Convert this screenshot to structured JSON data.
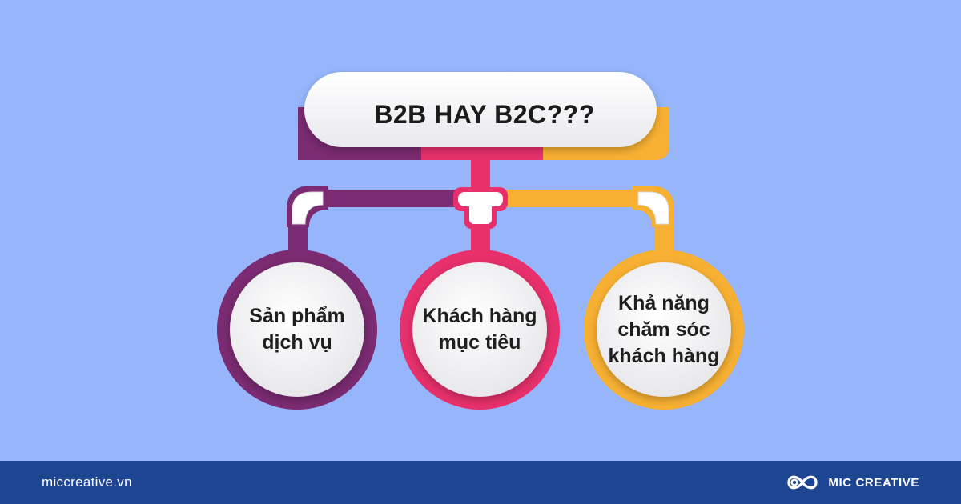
{
  "title": "B2B HAY B2C???",
  "nodes": [
    {
      "lines": [
        "Sản phẩm",
        "dịch vụ"
      ]
    },
    {
      "lines": [
        "Khách hàng",
        "mục tiêu"
      ]
    },
    {
      "lines": [
        "Khả năng",
        "chăm sóc",
        "khách hàng"
      ]
    }
  ],
  "colors": {
    "background": "#96b5fb",
    "purple": "#7a2b71",
    "pink": "#e7306c",
    "orange": "#f7b032",
    "footer": "#1d4591"
  },
  "footer": {
    "url": "miccreative.vn",
    "brand": "MIC CREATIVE",
    "logo_icon": "infinity-loop-logo-icon"
  }
}
